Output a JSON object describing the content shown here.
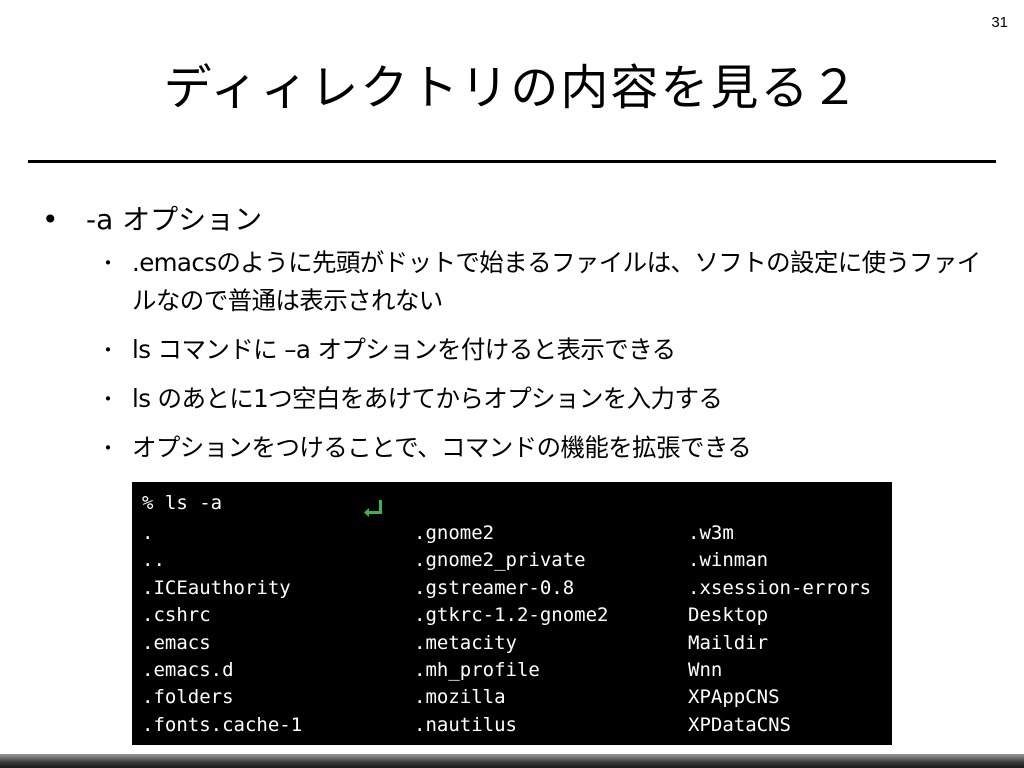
{
  "slide": {
    "number": "31",
    "title": "ディィレクトリの内容を見る２"
  },
  "bullets": {
    "main": {
      "marker": "•",
      "text": "-a オプション"
    },
    "sub_marker": "・",
    "items": [
      {
        "text": ".emacsのように先頭がドットで始まるファイルは、ソフトの設定に使うファイルなので普通は表示されない"
      },
      {
        "text": "ls コマンドに –a オプションを付けると表示できる"
      },
      {
        "text": "ls のあとに1つ空白をあけてからオプションを入力する"
      },
      {
        "text": "オプションをつけることで、コマンドの機能を拡張できる"
      }
    ]
  },
  "terminal": {
    "prompt": "% ls -a",
    "enter_icon": "enter-key-icon",
    "enter_icon_color": "#3cb44b",
    "columns": [
      [
        ".",
        "..",
        ".ICEauthority",
        ".cshrc",
        ".emacs",
        ".emacs.d",
        ".folders",
        ".fonts.cache-1"
      ],
      [
        ".gnome2",
        ".gnome2_private",
        ".gstreamer-0.8",
        ".gtkrc-1.2-gnome2",
        ".metacity",
        ".mh_profile",
        ".mozilla",
        ".nautilus"
      ],
      [
        ".w3m",
        ".winman",
        ".xsession-errors",
        "Desktop",
        "Maildir",
        "Wnn",
        "XPAppCNS",
        "XPDataCNS"
      ]
    ]
  }
}
